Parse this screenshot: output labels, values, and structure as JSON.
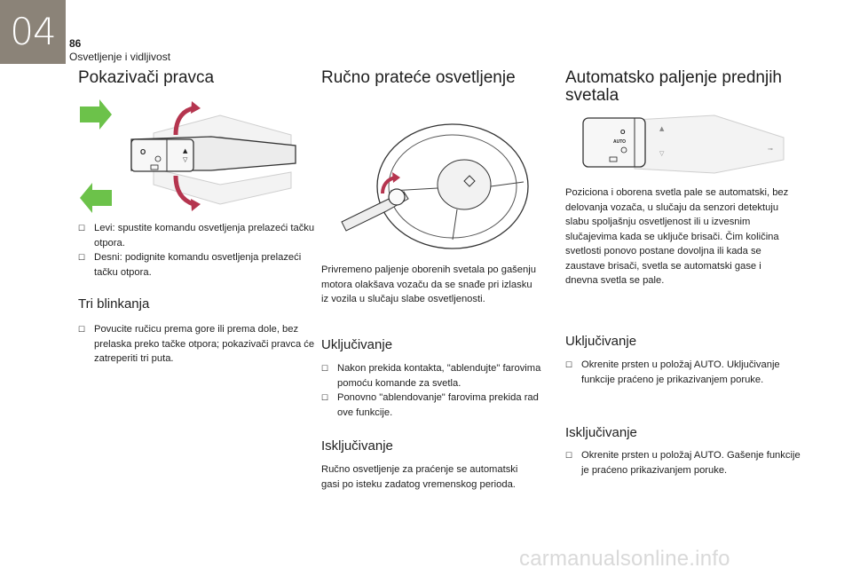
{
  "header": {
    "chapter": "04",
    "page": "86",
    "section": "Osvetljenje i vidljivost"
  },
  "col1": {
    "title": "Pokazivači pravca",
    "bullets": [
      "Levi: spustite komandu osvetljenja prelazeći tačku otpora.",
      "Desni: podignite komandu osvetljenja prelazeći tačku otpora."
    ],
    "subtitle": "Tri blinkanja",
    "sub_bullets": [
      "Povucite ručicu prema gore ili prema dole, bez prelaska preko tačke otpora; pokazivači pravca će zatreperiti tri puta."
    ]
  },
  "col2": {
    "title": "Ručno prateće osvetljenje",
    "intro": "Privremeno paljenje oborenih svetala po gašenju motora olakšava vozaču da se snađe pri izlasku iz vozila u slučaju slabe osvetljenosti.",
    "on_title": "Uključivanje",
    "on_bullets": [
      "Nakon prekida kontakta, \"ablendujte\" farovima pomoću komande za svetla.",
      "Ponovno \"ablendovanje\" farovima prekida rad ove funkcije."
    ],
    "off_title": "Isključivanje",
    "off_text": "Ručno osvetljenje za praćenje se automatski gasi po isteku zadatog vremenskog perioda."
  },
  "col3": {
    "title": "Automatsko paljenje prednjih svetala",
    "intro": "Poziciona i oborena svetla pale se automatski, bez delovanja vozača, u slučaju da senzori detektuju slabu spoljašnju osvetljenost ili u izvesnim slučajevima kada se uključe brisači. Čim količina svetlosti ponovo postane dovoljna ili kada se zaustave brisači, svetla se automatski gase i dnevna svetla se pale.",
    "on_title": "Uključivanje",
    "on_bullets": [
      "Okrenite prsten u položaj AUTO. Uključivanje funkcije praćeno je prikazivanjem poruke."
    ],
    "off_title": "Isključivanje",
    "off_bullets": [
      "Okrenite prsten u položaj AUTO. Gašenje funkcije je praćeno prikazivanjem poruke."
    ]
  },
  "figure_labels": {
    "off_symbol": "O",
    "auto_label": "AUTO"
  },
  "icons": {
    "bullet": "bullet-square-icon",
    "arrow_right": "green-arrow-right-icon",
    "arrow_left": "green-arrow-left-icon"
  },
  "colors": {
    "chapter_tab": "#8b8378",
    "arrow_green": "#6cc24a",
    "rotation_arrow": "#b5354f"
  },
  "watermark": "carmanualsonline.info"
}
